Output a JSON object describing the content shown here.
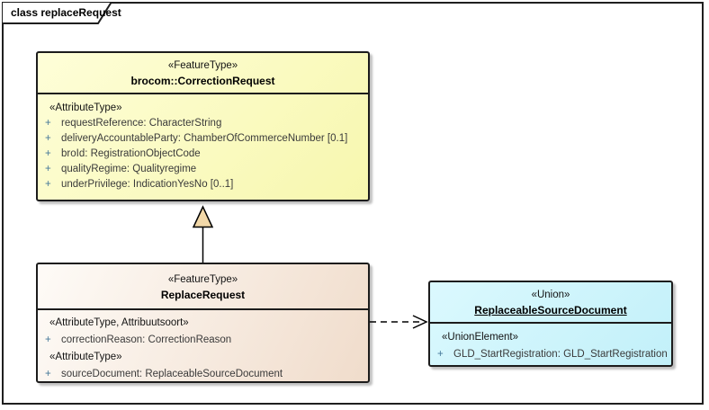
{
  "frame": {
    "title": "class replaceRequest"
  },
  "colors": {
    "correction_fill": "#f9f9b8",
    "replace_fill": "#f5e6d8",
    "union_fill": "#cdf3fb",
    "generalization_triangle_fill": "#f2d8a8",
    "visibility_marker": "#447799",
    "border": "#1c1c1c"
  },
  "classes": {
    "correction_request": {
      "stereotype": "«FeatureType»",
      "name": "brocom::CorrectionRequest",
      "group1_header": "«AttributeType»",
      "attributes": [
        {
          "vis": "+",
          "text": "requestReference: CharacterString"
        },
        {
          "vis": "+",
          "text": "deliveryAccountableParty: ChamberOfCommerceNumber [0.1]"
        },
        {
          "vis": "+",
          "text": "broId: RegistrationObjectCode"
        },
        {
          "vis": "+",
          "text": "qualityRegime: Qualityregime"
        },
        {
          "vis": "+",
          "text": "underPrivilege: IndicationYesNo [0..1]"
        }
      ]
    },
    "replace_request": {
      "stereotype": "«FeatureType»",
      "name": "ReplaceRequest",
      "group1_header": "«AttributeType, Attribuutsoort»",
      "group1_attributes": [
        {
          "vis": "+",
          "text": "correctionReason: CorrectionReason"
        }
      ],
      "group2_header": "«AttributeType»",
      "group2_attributes": [
        {
          "vis": "+",
          "text": "sourceDocument: ReplaceableSourceDocument"
        }
      ]
    },
    "replaceable_source_document": {
      "stereotype": "«Union»",
      "name": "ReplaceableSourceDocument",
      "group1_header": "«UnionElement»",
      "attributes": [
        {
          "vis": "+",
          "text": "GLD_StartRegistration: GLD_StartRegistration"
        }
      ]
    }
  },
  "relations": {
    "generalization": {
      "type": "generalization",
      "from": "ReplaceRequest",
      "to": "brocom::CorrectionRequest"
    },
    "dependency": {
      "type": "dependency",
      "from": "ReplaceRequest",
      "to": "ReplaceableSourceDocument"
    }
  }
}
